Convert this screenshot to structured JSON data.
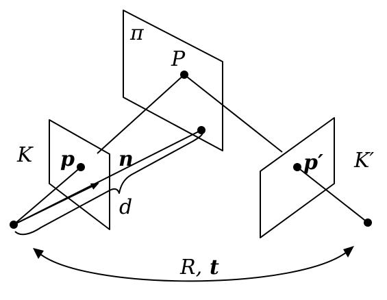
{
  "labels": {
    "plane": "π",
    "world_point": "P",
    "camera_left": "K",
    "camera_right": "K′",
    "proj_left": "p",
    "proj_right": "p′",
    "normal": "n",
    "distance": "d",
    "motion_R": "R,",
    "motion_t": "t"
  }
}
